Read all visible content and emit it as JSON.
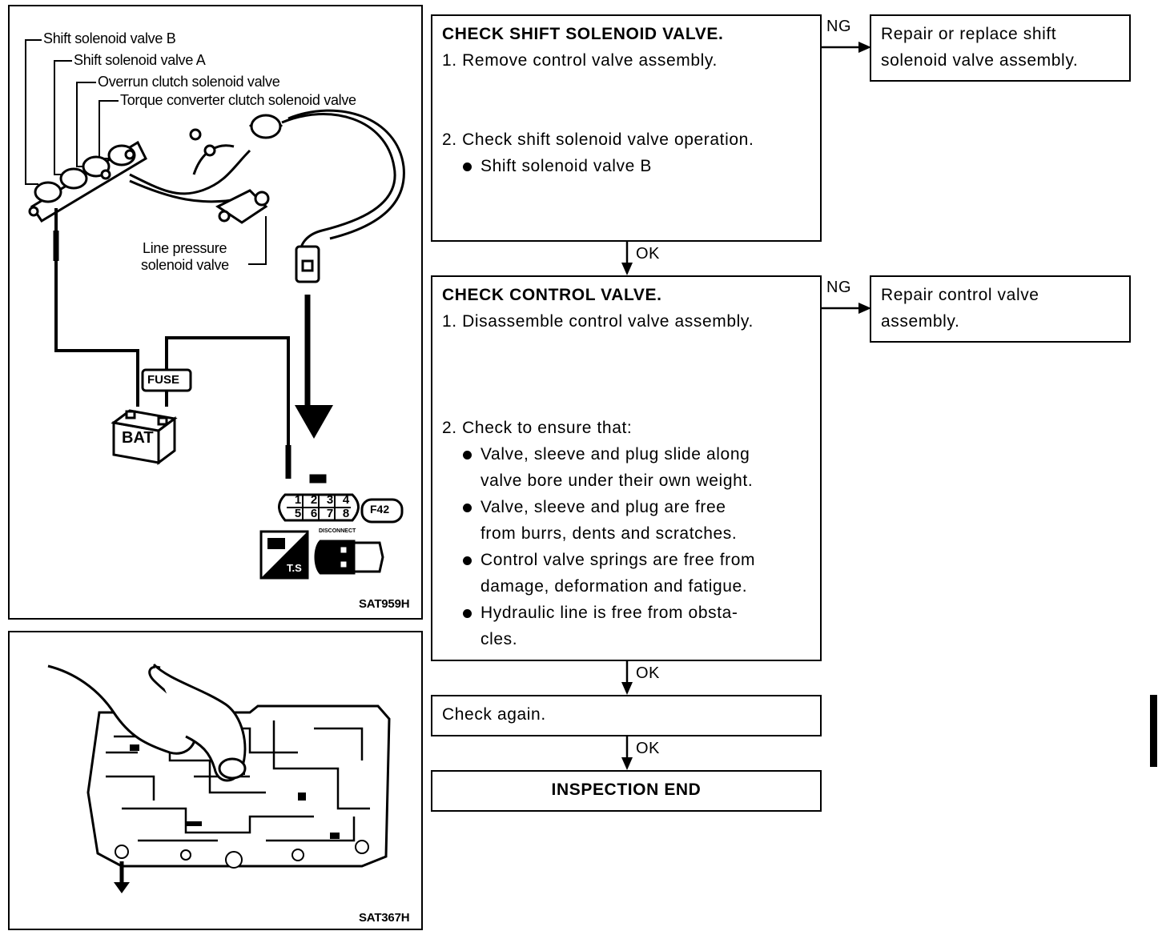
{
  "figure1": {
    "callouts": [
      "Shift solenoid valve B",
      "Shift solenoid valve A",
      "Overrun clutch solenoid valve",
      "Torque converter clutch solenoid valve"
    ],
    "line_pressure_label": [
      "Line pressure",
      "solenoid valve"
    ],
    "fuse": "FUSE",
    "battery": "BAT",
    "connector_pins_top": [
      "1",
      "2",
      "3",
      "4"
    ],
    "connector_pins_bottom": [
      "5",
      "6",
      "7",
      "8"
    ],
    "connector_id": "F42",
    "ts_badge": "T.S",
    "disconnect_label": "DISCONNECT",
    "code": "SAT959H"
  },
  "figure2": {
    "code": "SAT367H"
  },
  "flow": {
    "box1": {
      "title": "CHECK SHIFT SOLENOID VALVE.",
      "step1": "1. Remove control valve assembly.",
      "step2": "2. Check shift solenoid valve operation.",
      "bullet": "Shift solenoid valve B"
    },
    "ng1_label": "NG",
    "ng1_box": [
      "Repair or replace shift",
      "solenoid valve assembly."
    ],
    "ok1": "OK",
    "box2": {
      "title": "CHECK CONTROL VALVE.",
      "step1": "1. Disassemble control valve assembly.",
      "step2": "2. Check to ensure that:",
      "bullets": [
        [
          "Valve, sleeve and plug slide along",
          "valve bore under their own weight."
        ],
        [
          "Valve, sleeve and plug are free",
          "from burrs, dents and scratches."
        ],
        [
          "Control valve springs are free from",
          "damage, deformation and fatigue."
        ],
        [
          "Hydraulic line is free from obsta-",
          "cles."
        ]
      ]
    },
    "ng2_label": "NG",
    "ng2_box": [
      "Repair control valve",
      "assembly."
    ],
    "ok2": "OK",
    "box3": "Check again.",
    "ok3": "OK",
    "box4": "INSPECTION END"
  }
}
